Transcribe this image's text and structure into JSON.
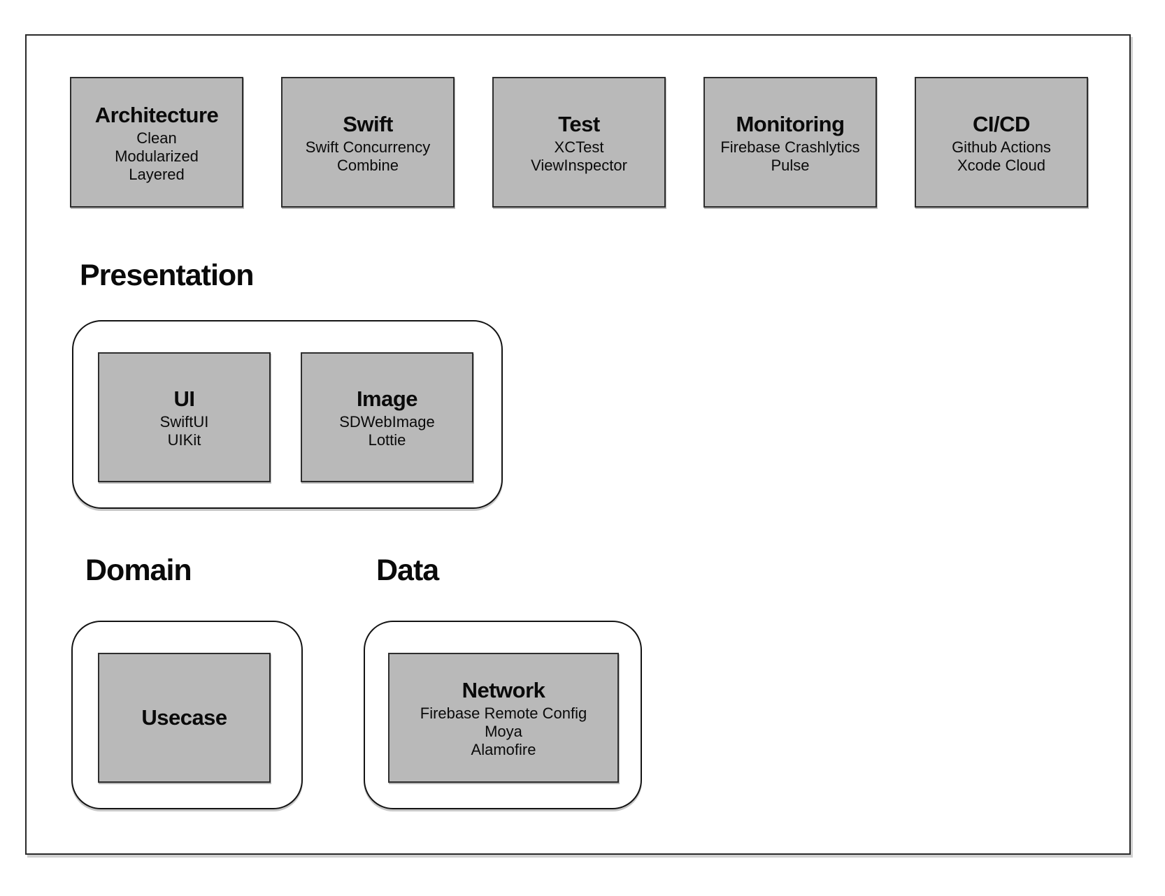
{
  "top_modules": [
    {
      "title": "Architecture",
      "items": [
        "Clean",
        "Modularized",
        "Layered"
      ]
    },
    {
      "title": "Swift",
      "items": [
        "Swift Concurrency",
        "Combine"
      ]
    },
    {
      "title": "Test",
      "items": [
        "XCTest",
        "ViewInspector"
      ]
    },
    {
      "title": "Monitoring",
      "items": [
        "Firebase Crashlytics",
        "Pulse"
      ]
    },
    {
      "title": "CI/CD",
      "items": [
        "Github Actions",
        "Xcode Cloud"
      ]
    }
  ],
  "presentation": {
    "heading": "Presentation",
    "modules": [
      {
        "title": "UI",
        "items": [
          "SwiftUI",
          "UIKit"
        ]
      },
      {
        "title": "Image",
        "items": [
          "SDWebImage",
          "Lottie"
        ]
      }
    ]
  },
  "domain": {
    "heading": "Domain",
    "modules": [
      {
        "title": "Usecase",
        "items": []
      }
    ]
  },
  "data_layer": {
    "heading": "Data",
    "modules": [
      {
        "title": "Network",
        "items": [
          "Firebase Remote Config",
          "Moya",
          "Alamofire"
        ]
      }
    ]
  },
  "colors": {
    "box_fill": "#b9b9b9",
    "box_border": "#2e2e2e",
    "container_border": "#141414",
    "outer_border": "#2a2a2a",
    "text": "#0a0a0a"
  }
}
